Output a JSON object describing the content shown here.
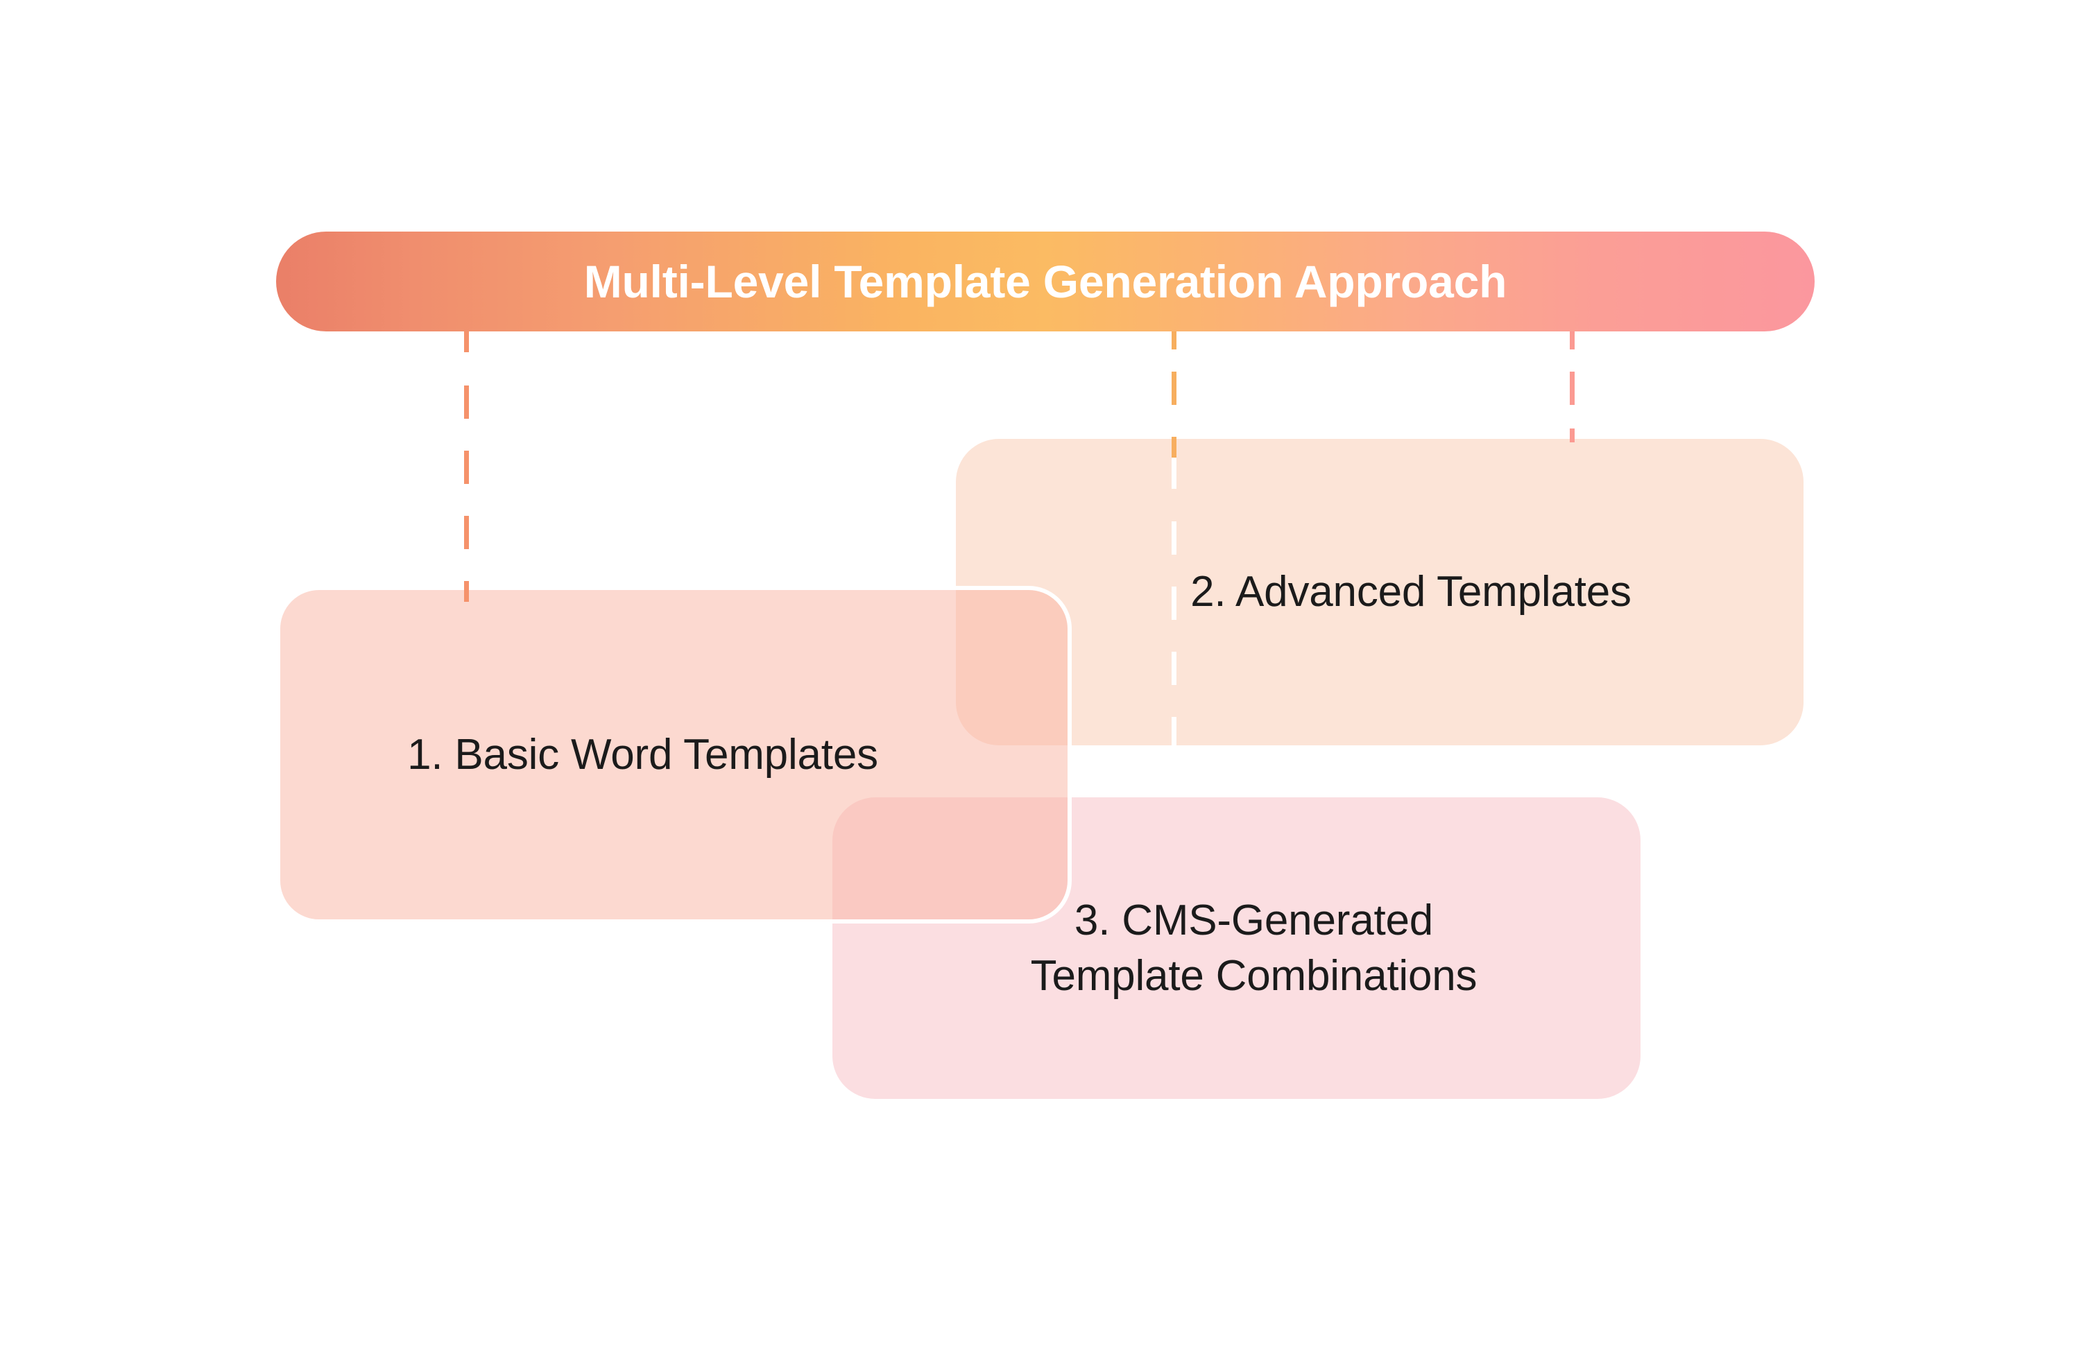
{
  "background_color": "#ffffff",
  "header": {
    "title": "Multi-Level Template Generation Approach",
    "text_color": "#ffffff",
    "gradient_start": "#ea7f68",
    "gradient_mid": "#fbbb63",
    "gradient_end": "#fb979e"
  },
  "connectors": [
    {
      "name": "connector-to-basic",
      "color": "#f5926b",
      "style": "dashed"
    },
    {
      "name": "connector-to-advanced",
      "color": "#f7ae5f",
      "style": "dashed",
      "overlay_color": "#ffffff"
    },
    {
      "name": "connector-to-cms",
      "color": "#fb9a92",
      "style": "dashed"
    }
  ],
  "cards": [
    {
      "id": "basic",
      "label": "1. Basic Word Templates",
      "fill": "#f9b6a4",
      "border": "#ffffff",
      "text_color": "#1b1b1b"
    },
    {
      "id": "advanced",
      "label": "2. Advanced Templates",
      "fill": "#fce4d7",
      "border": "none",
      "text_color": "#1b1b1b"
    },
    {
      "id": "cms",
      "label_line1": "3. CMS-Generated",
      "label_line2": "Template Combinations",
      "fill": "#fbdee1",
      "border": "none",
      "text_color": "#1b1b1b"
    }
  ]
}
